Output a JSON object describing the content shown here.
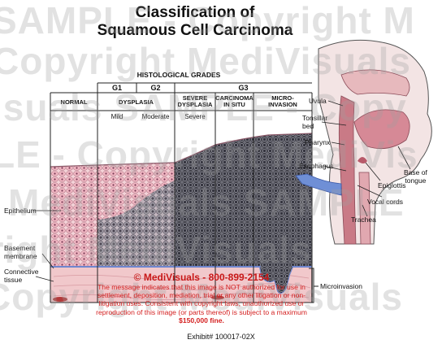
{
  "title_line1": "Classification of",
  "title_line2": "Squamous Cell Carcinoma",
  "section_header": "HISTOLOGICAL GRADES",
  "grades": {
    "g1": "G1",
    "g2": "G2",
    "g3": "G3"
  },
  "columns": {
    "normal": "NORMAL",
    "dysplasia": "DYSPLASIA",
    "severe_dysplasia": [
      "SEVERE",
      "DYSPLASIA"
    ],
    "carcinoma_in_situ": [
      "CARCINOMA",
      "IN SITU"
    ],
    "micro_invasion": [
      "MICRO-",
      "INVASION"
    ]
  },
  "subgrades": {
    "mild": "Mild",
    "moderate": "Moderate",
    "severe": "Severe"
  },
  "tissue_labels": {
    "epithelium": "Epithelium",
    "basement_membrane": [
      "Basement",
      "membrane"
    ],
    "connective_tissue": [
      "Connective",
      "tissue"
    ],
    "microinvasion": "Microinvasion"
  },
  "anatomy_labels": {
    "uvula": "Uvula",
    "tonsillar_bed": [
      "Tonsillar",
      "bed"
    ],
    "pharynx": "Pharynx",
    "esophagus": "Esophagus",
    "base_of_tongue": [
      "Base of",
      "tongue"
    ],
    "epiglottis": "Epiglottis",
    "vocal_cords": "Vocal cords",
    "trachea": "Trachea"
  },
  "watermark_lines": [
    "SAMPLE - Copyright M",
    "Copyright MediVisuals",
    "isuals SAMPLE - Copy",
    "LE - Copyright MediVis",
    "MediVisuals SAMPLE",
    "yright MediVisuals",
    "Copyright MediVisuals"
  ],
  "notice": {
    "brand": "© MediVisuals - 800-899-2154",
    "body": "The message indicates that this image is NOT authorized for use in settlement, deposition, mediation, trial or any other litigation or non-litigation uses. Consistent with copyright laws, unauthorized use or reproduction of this image (or parts thereof) is subject to a maximum",
    "amount": "$150,000 fine."
  },
  "footer": "Exhibit# 100017-02X",
  "colors": {
    "connective": "#f0c6c8",
    "normal_cell": "#f2bcc6",
    "dysplastic_cell": "#a4a4ac",
    "carcinoma_cell": "#868690",
    "basement": "#7a8fd0",
    "notice_red": "#d42020"
  }
}
